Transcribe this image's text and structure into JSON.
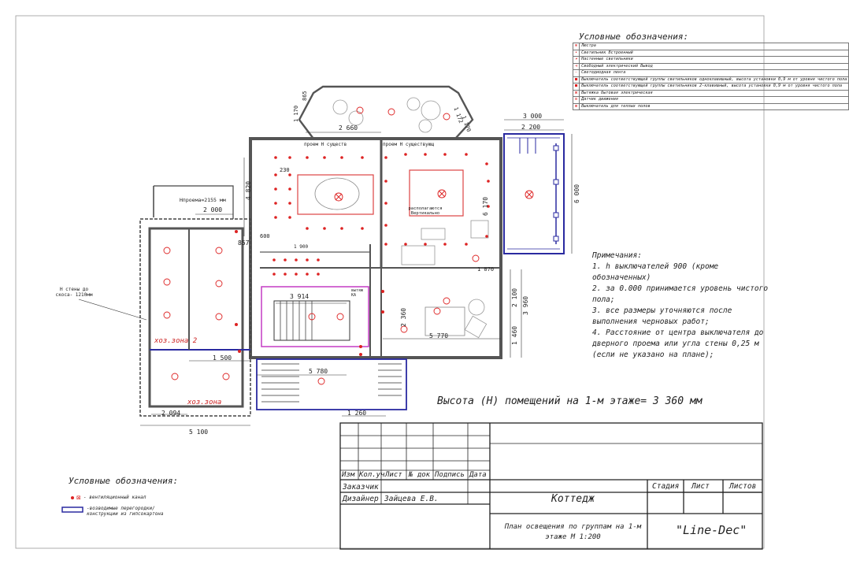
{
  "legend_top": {
    "title": "Условные обозначения:",
    "items": [
      "Люстра",
      "Светильник Встроенный",
      "Настенные светильники",
      "Свободный электрический Вывод",
      "Светодиодная лента",
      "Выключатель соответствующей группы светильников одноклавишный, высота установки 0,9 м от уровня чистого пола",
      "Выключатель соответствующей группы светильников 2-клавишный, высота установки 0,9 м от уровня чистого пола",
      "Вытяжка бытовая электрическая",
      "Датчик движения",
      "Выключатель для теплых полов"
    ]
  },
  "notes": {
    "title": "Примечания:",
    "items": [
      "1. h выключателей 900 (кроме обозначенных)",
      "2. за 0.000 принимается уровень чистого пола;",
      "3. все размеры уточняются после выполнения черновых работ;",
      "4. Расстояние от центра выключателя до дверного проема или угла стены 0,25 м (если не указано на плане);"
    ]
  },
  "height_note": "Высота (H) помещений на 1-м этаже= 3 360 мм",
  "legend_bottom": {
    "title": "Условные обозначения:",
    "items": [
      "- вентиляционный канал",
      "-возводимые перегородки/конструкции из гипсокартона"
    ]
  },
  "title_block": {
    "headers": [
      "Изм",
      "Кол.уч",
      "Лист",
      "№ док",
      "Подпись",
      "Дата"
    ],
    "customer_label": "Заказчик",
    "designer_label": "Дизайнер",
    "designer_name": "Зайцева Е.В.",
    "project": "Коттедж",
    "sheet_title": "План освещения по группам на 1-м этаже  М 1:200",
    "stage_label": "Стадия",
    "sheet_label": "Лист",
    "sheets_label": "Листов",
    "company": "\"Line-Dec\""
  },
  "rooms": {
    "hoz1": "хоз.зона 2",
    "hoz2": "хоз.зона",
    "vent": "вытяж КА"
  },
  "dimensions": {
    "d2660": "2 660",
    "d3000": "3 000",
    "d2200": "2 200",
    "d2000": "2 000",
    "d3914": "3 914",
    "d5770": "5 770",
    "d1500": "1 500",
    "d5780": "5 780",
    "d5100": "5 100",
    "d2094": "2 094",
    "d1260": "1 260",
    "d857": "857",
    "d600": "600",
    "d230": "230",
    "d6000": "6 000",
    "d6170": "6 170",
    "d4820": "4 820",
    "d3960": "3 960",
    "d2100": "2 100",
    "d2360": "2 360",
    "d1460": "1 460",
    "d1070": "1 070",
    "d1900": "1 900",
    "d1170": "1 170",
    "d865": "865",
    "d1172": "1 172",
    "d1170b": "1 170",
    "opening": "Hпроема=2155 мм",
    "prom1": "проем H существ",
    "prom2": "проем H существующ",
    "wall": "H стены до скоса- 1210мм",
    "raspol": "располагаются Вертикально"
  }
}
